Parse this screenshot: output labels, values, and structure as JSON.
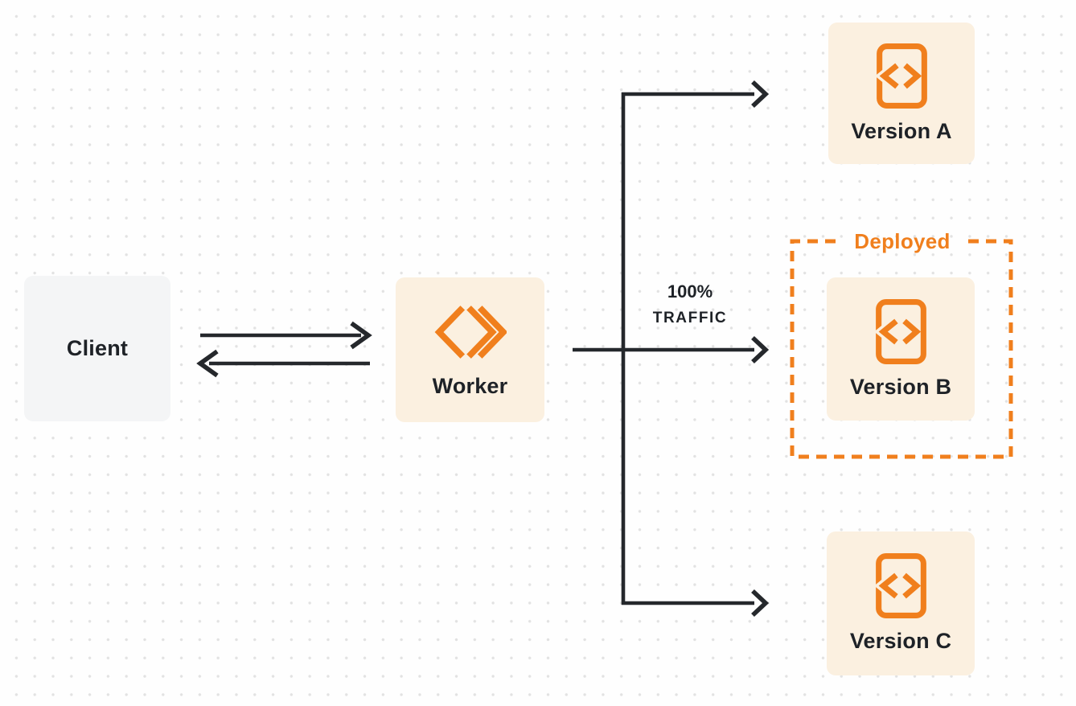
{
  "colors": {
    "background": "#FEFEFE",
    "accent": "#F07F1D",
    "box_bg": "#FBF0E0",
    "client_bg": "#F4F5F6",
    "line": "#25282C",
    "text": "#1E2227"
  },
  "nodes": {
    "client": {
      "label": "Client"
    },
    "worker": {
      "label": "Worker"
    },
    "version_a": {
      "label": "Version A"
    },
    "version_b": {
      "label": "Version B"
    },
    "version_c": {
      "label": "Version C"
    }
  },
  "annotations": {
    "deployed": "Deployed",
    "traffic_pct": "100%",
    "traffic_word": "TRAFFIC"
  }
}
